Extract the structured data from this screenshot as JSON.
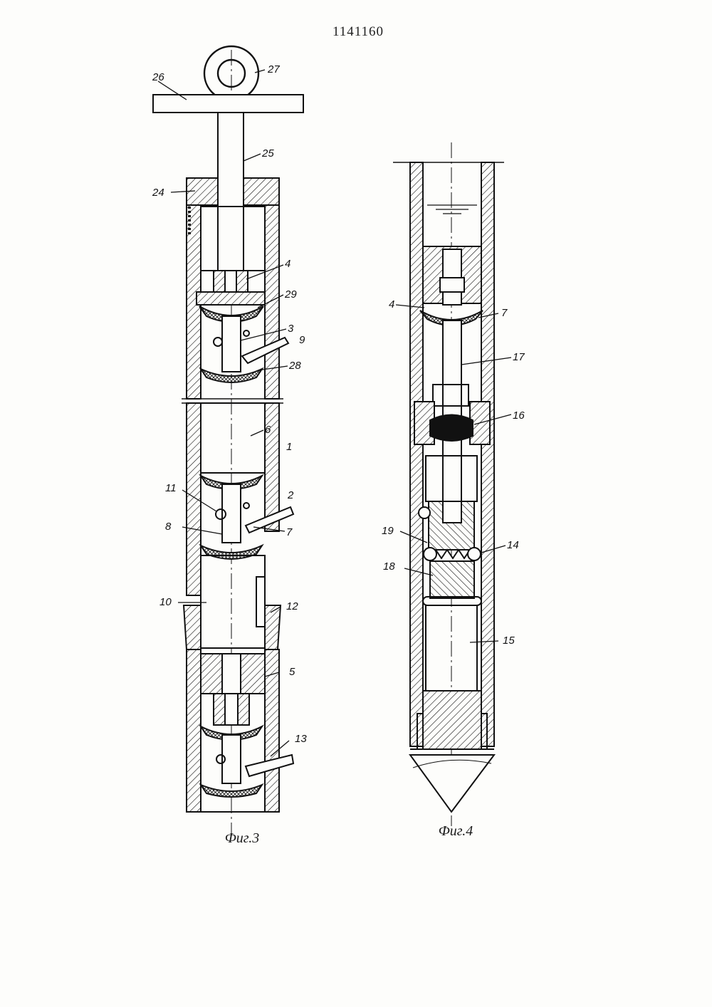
{
  "document": {
    "patent_number": "1141160",
    "figures": [
      {
        "id": "fig3",
        "caption": "Фиг.3"
      },
      {
        "id": "fig4",
        "caption": "Фиг.4"
      }
    ]
  },
  "labels": {
    "fig3": [
      "26",
      "27",
      "25",
      "24",
      "4",
      "29",
      "3",
      "9",
      "28",
      "6",
      "1",
      "11",
      "2",
      "8",
      "7",
      "10",
      "12",
      "5",
      "13"
    ],
    "fig4": [
      "4",
      "7",
      "17",
      "16",
      "19",
      "14",
      "18",
      "15"
    ]
  },
  "colors": {
    "ink": "#111111",
    "paper": "#fdfdfb"
  }
}
